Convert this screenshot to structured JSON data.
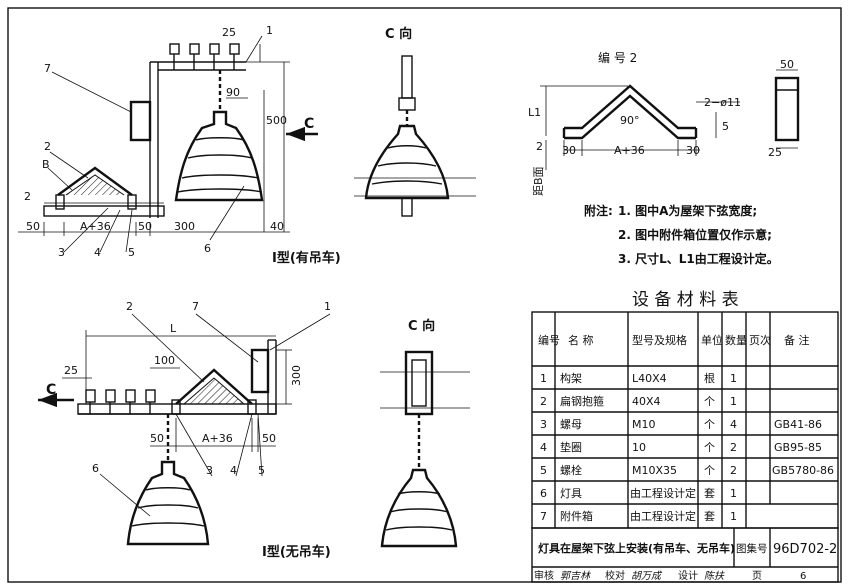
{
  "diagram": {
    "type1_label": "I型(有吊车)",
    "type2_label": "I型(无吊车)",
    "view_c_label": "C 向",
    "arrow_c": "C",
    "part2_title": "编 号 2",
    "dims_top": {
      "d25": "25",
      "d90": "90",
      "d500": "500",
      "d40": "40",
      "d50a": "50",
      "dA36": "A+36",
      "d50b": "50",
      "d300": "300",
      "d2": "2"
    },
    "dims_bottom": {
      "d25": "25",
      "d100": "100",
      "dL": "L",
      "d300": "300",
      "d50a": "50",
      "dA36": "A+36",
      "d50b": "50"
    },
    "part2_dims": {
      "L1": "L1",
      "d2phi11": "2−ø11",
      "angle": "90°",
      "d5": "5",
      "d30a": "30",
      "dA36": "A+36",
      "d30b": "30",
      "d2": "2",
      "b_dist": "距B面",
      "d50": "50",
      "d25": "25"
    },
    "callouts_top": [
      "1",
      "7",
      "2",
      "B",
      "3",
      "4",
      "5",
      "6"
    ],
    "callouts_bottom": [
      "1",
      "7",
      "2",
      "6",
      "3",
      "4",
      "5"
    ]
  },
  "notes": {
    "prefix": "附注:",
    "items": [
      "1. 图中A为屋架下弦宽度;",
      "2. 图中附件箱位置仅作示意;",
      "3. 尺寸L、L1由工程设计定。"
    ]
  },
  "equipment_table": {
    "title": "设 备 材 料 表",
    "headers": [
      "编号",
      "名 称",
      "型号及规格",
      "单位",
      "数量",
      "页次",
      "备 注"
    ],
    "rows": [
      [
        "1",
        "构架",
        "L40X4",
        "根",
        "1",
        "",
        ""
      ],
      [
        "2",
        "扁钢抱箍",
        "40X4",
        "个",
        "1",
        "",
        ""
      ],
      [
        "3",
        "螺母",
        "M10",
        "个",
        "4",
        "",
        "GB41-86"
      ],
      [
        "4",
        "垫圈",
        "10",
        "个",
        "2",
        "",
        "GB95-85"
      ],
      [
        "5",
        "螺栓",
        "M10X35",
        "个",
        "2",
        "",
        "GB5780-86"
      ],
      [
        "6",
        "灯具",
        "由工程设计定",
        "套",
        "1",
        "",
        ""
      ],
      [
        "7",
        "附件箱",
        "由工程设计定",
        "套",
        "1",
        "",
        ""
      ]
    ]
  },
  "title_block": {
    "drawing_title": "灯具在屋架下弦上安装(有吊车、无吊车)",
    "atlas_label": "图集号",
    "atlas_number": "96D702-2",
    "review_label": "审核",
    "review_sig": "郭吉林",
    "check_label": "校对",
    "check_sig": "胡万成",
    "design_label": "设计",
    "design_sig": "陈扶",
    "page_label": "页",
    "page_number": "6"
  }
}
